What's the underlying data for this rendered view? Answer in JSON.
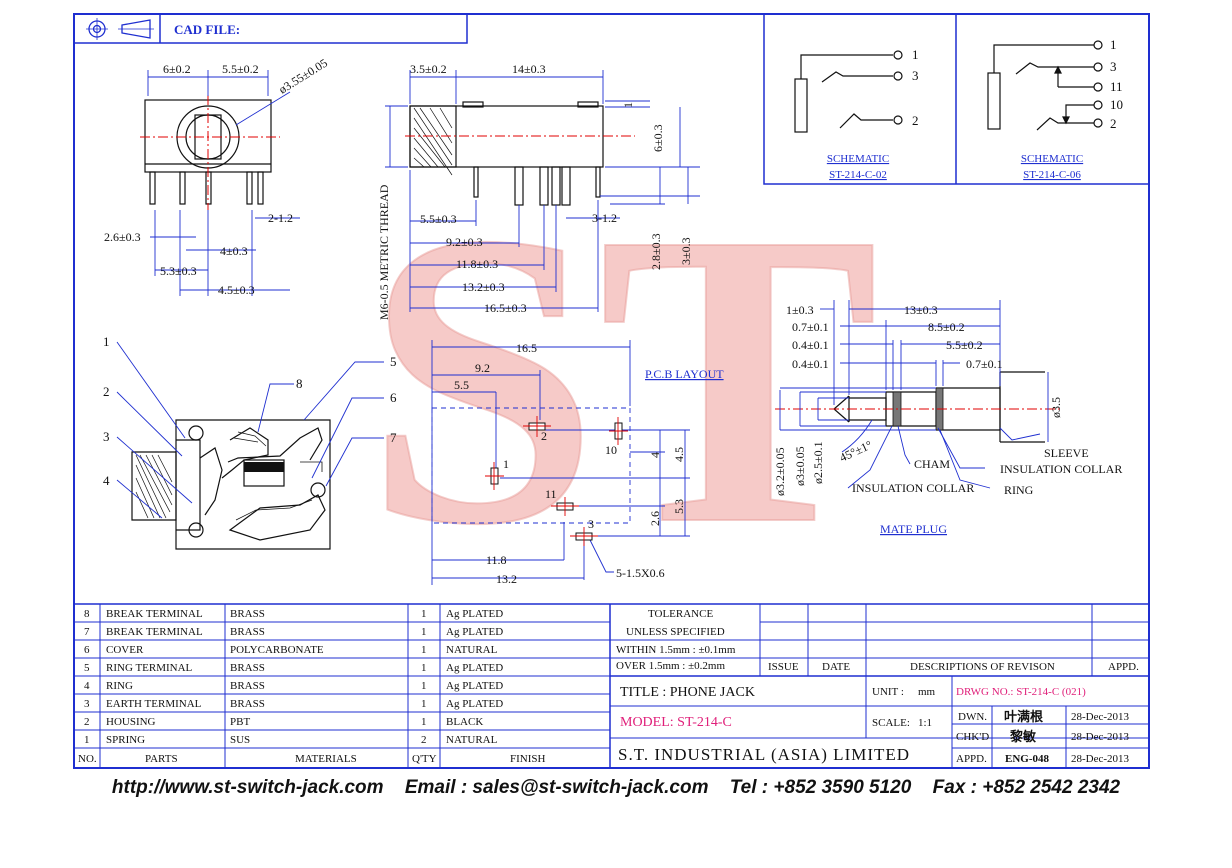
{
  "header": {
    "cad_file_label": "CAD FILE:"
  },
  "colors": {
    "line": "#1f2fd0",
    "ink": "#111111",
    "center_line": "#e00000",
    "pink": "#e0207a",
    "watermark": "#f3b8b5"
  },
  "watermark_text": "ST",
  "schematics": [
    {
      "title": "SCHEMATIC",
      "model": "ST-214-C-02",
      "pins": [
        "1",
        "3",
        "2"
      ]
    },
    {
      "title": "SCHEMATIC",
      "model": "ST-214-C-06",
      "pins": [
        "1",
        "3",
        "11",
        "10",
        "2"
      ]
    }
  ],
  "front_view": {
    "dims": [
      "6±0.2",
      "5.5±0.2",
      "ø3.55±0.05",
      "2-1.2",
      "2.6±0.3",
      "4±0.3",
      "5.3±0.3",
      "4.5±0.3"
    ]
  },
  "side_view": {
    "dims": [
      "3.5±0.2",
      "14±0.3",
      "1",
      "6±0.3",
      "M6-0.5 METRIC THREAD",
      "5.5±0.3",
      "3-1.2",
      "9.2±0.3",
      "11.8±0.3",
      "13.2±0.3",
      "16.5±0.3",
      "2.8±0.3",
      "3±0.3"
    ]
  },
  "section_view": {
    "callouts": [
      "1",
      "2",
      "3",
      "4",
      "5",
      "6",
      "7",
      "8"
    ]
  },
  "pcb_layout": {
    "title": "P.C.B LAYOUT",
    "dims": [
      "16.5",
      "9.2",
      "5.5",
      "4",
      "4.5",
      "2.6",
      "5.3",
      "11.8",
      "13.2",
      "5-1.5X0.6"
    ],
    "pads": [
      "2",
      "10",
      "1",
      "11",
      "3"
    ]
  },
  "mate_plug": {
    "title": "MATE PLUG",
    "dims": [
      "1±0.3",
      "13±0.3",
      "0.7±0.1",
      "8.5±0.2",
      "0.4±0.1",
      "5.5±0.2",
      "0.4±0.1",
      "0.7±0.1",
      "ø3.5",
      "ø3.2±0.05",
      "ø3±0.05",
      "ø2.5±0.1",
      "45°±1°"
    ],
    "labels": [
      "SLEEVE",
      "INSULATION COLLAR",
      "CHAM",
      "INSULATION COLLAR",
      "RING"
    ]
  },
  "bom": {
    "headers": [
      "NO.",
      "PARTS",
      "MATERIALS",
      "Q'TY",
      "FINISH"
    ],
    "rows": [
      [
        "8",
        "BREAK TERMINAL",
        "BRASS",
        "1",
        "Ag PLATED"
      ],
      [
        "7",
        "BREAK TERMINAL",
        "BRASS",
        "1",
        "Ag PLATED"
      ],
      [
        "6",
        "COVER",
        "POLYCARBONATE",
        "1",
        "NATURAL"
      ],
      [
        "5",
        "RING TERMINAL",
        "BRASS",
        "1",
        "Ag PLATED"
      ],
      [
        "4",
        "RING",
        "BRASS",
        "1",
        "Ag PLATED"
      ],
      [
        "3",
        "EARTH TERMINAL",
        "BRASS",
        "1",
        "Ag PLATED"
      ],
      [
        "2",
        "HOUSING",
        "PBT",
        "1",
        "BLACK"
      ],
      [
        "1",
        "SPRING",
        "SUS",
        "2",
        "NATURAL"
      ]
    ]
  },
  "tolerance": {
    "title": "TOLERANCE",
    "subtitle": "UNLESS SPECIFIED",
    "within": "WITHIN  1.5mm : ±0.1mm",
    "over": "OVER    1.5mm : ±0.2mm"
  },
  "revision": {
    "issue": "ISSUE",
    "date": "DATE",
    "descriptions": "DESCRIPTIONS OF REVISON",
    "appd": "APPD."
  },
  "title_block": {
    "title": "TITLE : PHONE JACK",
    "unit_label": "UNIT :",
    "unit_value": "mm",
    "drwg_no": "DRWG NO.: ST-214-C (021)",
    "model": "MODEL: ST-214-C",
    "scale_label": "SCALE:",
    "scale_value": "1:1",
    "company": "S.T. INDUSTRIAL (ASIA) LIMITED",
    "dwn_label": "DWN.",
    "dwn_name": "叶满根",
    "dwn_date": "28-Dec-2013",
    "chkd_label": "CHK'D",
    "chkd_name": "黎敏",
    "chkd_date": "28-Dec-2013",
    "appd_label": "APPD.",
    "appd_name": "ENG-048",
    "appd_date": "28-Dec-2013"
  },
  "footer": {
    "website": "http://www.st-switch-jack.com",
    "email": "Email : sales@st-switch-jack.com",
    "tel": "Tel : +852 3590 5120",
    "fax": "Fax : +852 2542 2342"
  }
}
